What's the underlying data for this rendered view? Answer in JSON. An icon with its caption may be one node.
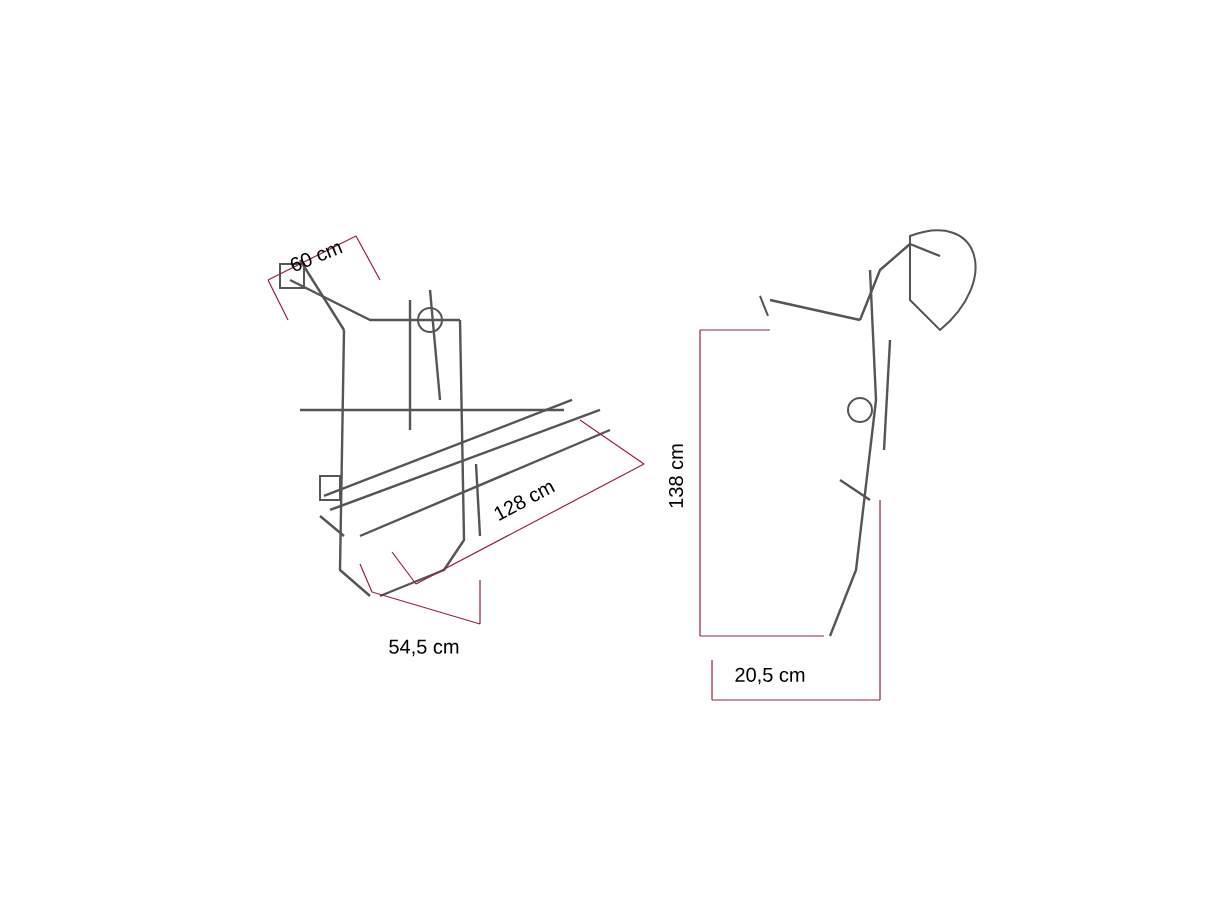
{
  "diagram": {
    "labels": [
      "60 cm",
      "128 cm",
      "54,5 cm",
      "138 cm",
      "20,5 cm"
    ]
  }
}
